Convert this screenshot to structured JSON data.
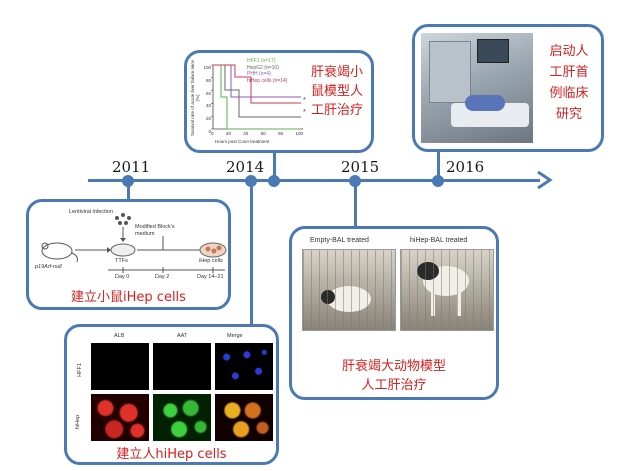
{
  "timeline": {
    "years": [
      "2011",
      "2014",
      "2015",
      "2016"
    ],
    "axis_color": "#4a79b4"
  },
  "card_2011": {
    "caption": "建立小鼠iHep cells",
    "diagram": {
      "infection_label": "Lentiviral infection",
      "medium_label": "Modified Block's medium",
      "mouse_label": "p19Arf-null",
      "stages": [
        "TTFs",
        "iHep cells"
      ],
      "days": [
        "Day 0",
        "Day 2",
        "Day 14–21"
      ]
    }
  },
  "card_2014_top": {
    "caption": [
      "肝衰竭小",
      "鼠模型人",
      "工肝治疗"
    ],
    "chart": {
      "legend": [
        "HFF1 (n=17)",
        "HepG2 (n=10)",
        "PHH (n=4)",
        "hiHep cells (n=14)"
      ],
      "ylabel": "Survival rate of acute liver failure mice (%)",
      "xlabel": "Hours post ConA treatment",
      "y_ticks": [
        "100",
        "80",
        "60",
        "40",
        "20",
        "0"
      ],
      "x_ticks": [
        "0",
        "20",
        "40",
        "60",
        "80",
        "100"
      ],
      "annotations": [
        "*",
        "*"
      ]
    }
  },
  "card_2014_bottom": {
    "caption": "建立人hiHep cells",
    "columns": [
      "ALB",
      "AAT",
      "Merge"
    ],
    "rows": [
      "HFF1",
      "hiHep"
    ]
  },
  "card_2015": {
    "labels": [
      "Empty-BAL treated",
      "hiHep-BAL treated"
    ],
    "caption": [
      "肝衰竭大动物模型",
      "人工肝治疗"
    ]
  },
  "card_2016": {
    "caption": [
      "启动人",
      "工肝首",
      "例临床",
      "研究"
    ]
  },
  "colors": {
    "accent": "#4a79b4",
    "caption_red": "#d32020"
  }
}
